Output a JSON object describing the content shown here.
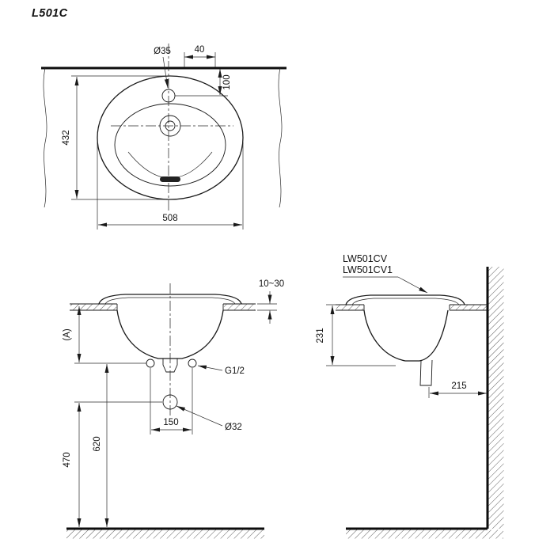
{
  "title": "L501C",
  "colors": {
    "line": "#1a1a1a",
    "background": "#ffffff"
  },
  "top_view": {
    "faucet_dia": "Ø35",
    "dim_offset": "40",
    "dim_setback": "100",
    "dim_depth": "432",
    "dim_width": "508"
  },
  "front_view": {
    "dim_counter_thickness": "10~30",
    "dim_a": "(A)",
    "supply_thread": "G1/2",
    "dim_supply_spacing": "150",
    "drain_dia": "Ø32",
    "dim_supply_height": "620",
    "dim_drain_height": "470"
  },
  "side_view": {
    "model_line1": "LW501CV",
    "model_line2": "LW501CV1",
    "dim_bowl_depth": "231",
    "dim_drain_wall": "215"
  }
}
